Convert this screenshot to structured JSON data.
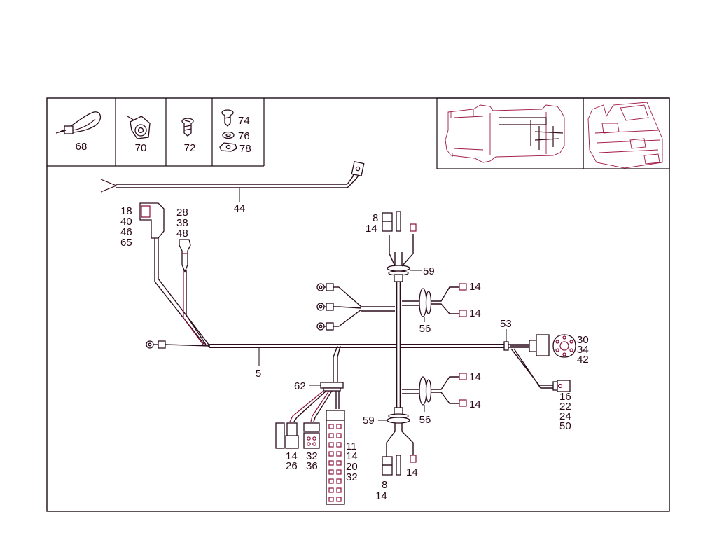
{
  "legend_tiles": [
    {
      "id": "68"
    },
    {
      "id": "70"
    },
    {
      "id": "72"
    },
    {
      "id": "74"
    },
    {
      "id": "76"
    },
    {
      "id": "78"
    }
  ],
  "callouts": {
    "c44": "44",
    "c5": "5",
    "g18": [
      "18",
      "40",
      "46",
      "65"
    ],
    "g28": [
      "28",
      "38",
      "48"
    ],
    "g8top": [
      "8",
      "14"
    ],
    "c59top": "59",
    "c14a": "14",
    "c14b": "14",
    "c56top": "56",
    "c53": "53",
    "g30": [
      "30",
      "34",
      "42"
    ],
    "g16": [
      "16",
      "22",
      "24",
      "50"
    ],
    "c62": "62",
    "c14c": "14",
    "c14d": "14",
    "c56bot": "56",
    "c59bot": "59",
    "g14_26": [
      "14",
      "26"
    ],
    "g32_36": [
      "32",
      "36"
    ],
    "g11": [
      "11",
      "14",
      "20",
      "32"
    ],
    "c14e": "14",
    "g8bot": [
      "8",
      "14"
    ]
  },
  "colors": {
    "line_dark": "#2a0c1c",
    "line_accent": "#8a1038",
    "sketch": "#a01a48",
    "label": "#2a0818"
  }
}
